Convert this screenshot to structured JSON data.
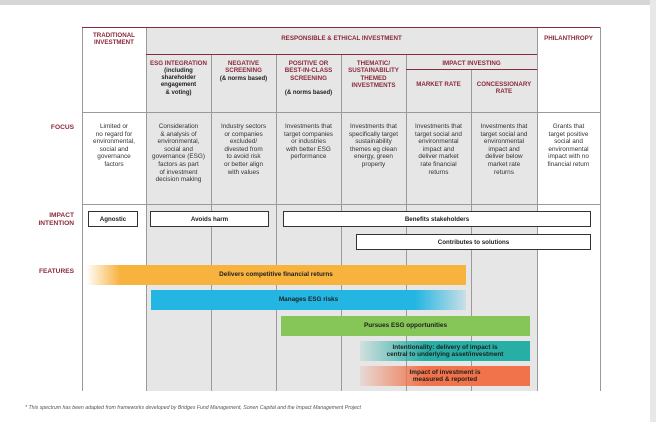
{
  "headers": {
    "traditional": "TRADITIONAL INVESTMENT",
    "responsible": "RESPONSIBLE & ETHICAL INVESTMENT",
    "impact": "IMPACT INVESTING",
    "philanthropy": "PHILANTHROPY"
  },
  "columns": [
    {
      "title": "ESG INTEGRATION",
      "note": "(including\nshareholder\nengagement\n& voting)"
    },
    {
      "title": "NEGATIVE\nSCREENING",
      "note": "(& norms based)"
    },
    {
      "title": "POSITIVE OR\nBEST-IN-CLASS\nSCREENING",
      "note": "(& norms based)"
    },
    {
      "title": "THEMATIC/\nSUSTAINABILITY\nTHEMED\nINVESTMENTS"
    },
    {
      "title": "MARKET RATE"
    },
    {
      "title": "CONCESSIONARY\nRATE"
    }
  ],
  "rows": {
    "focus": "FOCUS",
    "intention": "IMPACT\nINTENTION",
    "features": "FEATURES"
  },
  "focus": [
    "Limited or\nno regard for\nenvironmental,\nsocial and\ngovernance\nfactors",
    "Consideration\n& analysis of\nenvironmental,\nsocial and\ngovernance (ESG)\nfactors as part\nof investment\ndecision making",
    "Industry sectors\nor companies\nexcluded/\ndivested from\nto avoid risk\nor better align\nwith values",
    "Investments that\ntarget companies\nor industries\nwith better ESG\nperformance",
    "Investments that\nspecifically target\nsustainability\nthemes eg clean\nenergy, green\nproperty",
    "Investments that\ntarget social and\nenvironmental\nimpact and\ndeliver market\nrate financial\nreturns",
    "Investments that\ntarget social and\nenvironmental\nimpact and\ndeliver below\nmarket rate\nreturns",
    "Grants that\ntarget positive\nsocial and\nenvironmental\nimpact with no\nfinancial return"
  ],
  "intention": {
    "agnostic": "Agnostic",
    "avoids_harm": "Avoids harm",
    "benefits": "Benefits stakeholders",
    "contributes": "Contributes to solutions"
  },
  "features": [
    "Delivers competitive financial returns",
    "Manages ESG risks",
    "Pursues ESG opportunities",
    "Intentionality: delivery of impact is\ncentral to underlying asset/investment",
    "Impact of investment is\nmeasured & reported"
  ],
  "footnote": "* This spectrum has been adapted from frameworks developed by Bridges Fund Management, Sonen Capital and the Impact Management Project",
  "colors": {
    "header_accent": "#8a2a3a",
    "ethical_background": "#e6e6e6",
    "returns_bar": "#f8b23e",
    "esg_risks_bar": "#24b6e3",
    "esg_opportunities_bar": "#86c557",
    "intentionality_bar": "#27aea5",
    "measured_bar": "#f0734b"
  }
}
